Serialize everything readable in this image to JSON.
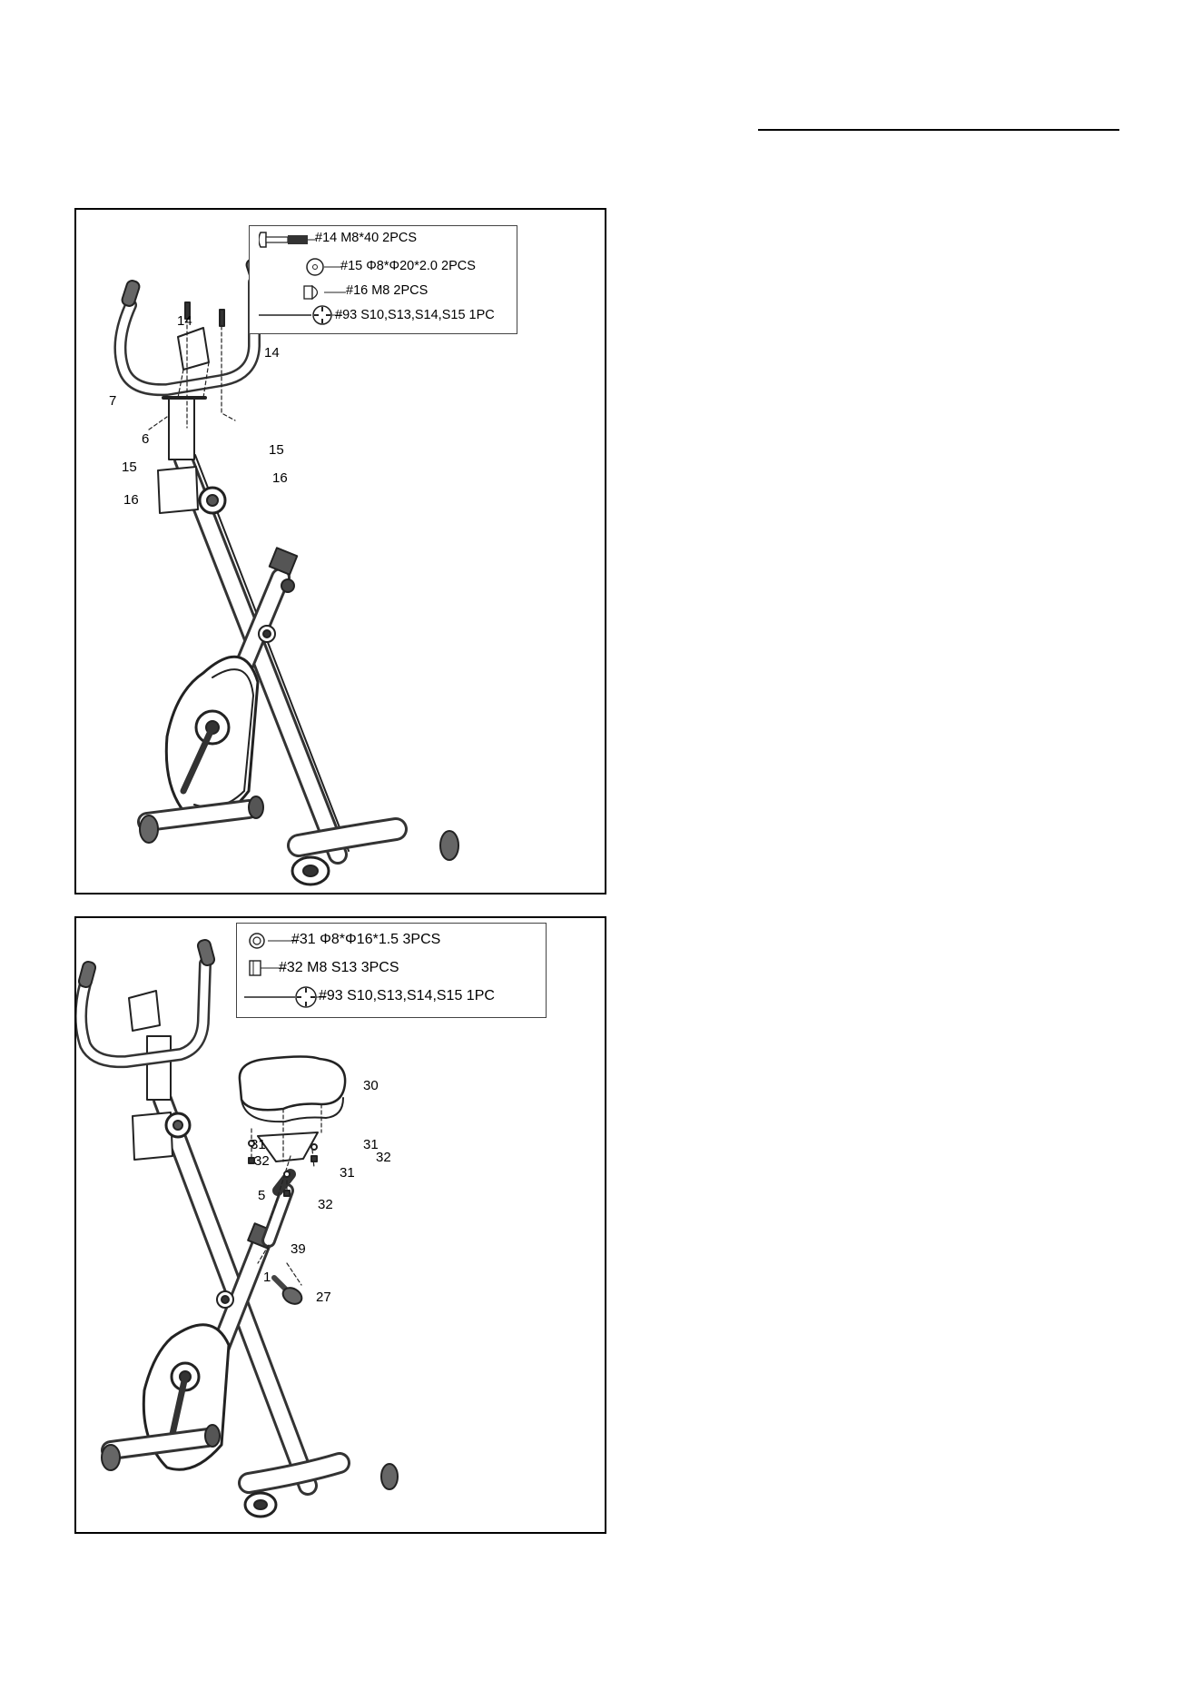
{
  "panel1": {
    "legend": [
      {
        "icon": "carriage-bolt-icon",
        "text": "#14 M8*40 2PCS"
      },
      {
        "icon": "washer-icon",
        "text": "#15  Φ8*Φ20*2.0  2PCS"
      },
      {
        "icon": "acorn-nut-icon",
        "text": "#16 M8  2PCS"
      },
      {
        "icon": "multi-wrench-icon",
        "text": "#93 S10,S13,S14,S15  1PC"
      }
    ],
    "callouts": [
      "14",
      "14",
      "7",
      "6",
      "15",
      "15",
      "16",
      "16"
    ]
  },
  "panel2": {
    "legend": [
      {
        "icon": "washer-icon",
        "text": "#31 Φ8*Φ16*1.5  3PCS"
      },
      {
        "icon": "hex-nut-icon",
        "text": "#32 M8 S13 3PCS"
      },
      {
        "icon": "multi-wrench-icon",
        "text": "#93 S10,S13,S14,S15  1PC"
      }
    ],
    "callouts": [
      "30",
      "31",
      "31",
      "32",
      "32",
      "31",
      "5",
      "32",
      "39",
      "1",
      "27"
    ]
  }
}
